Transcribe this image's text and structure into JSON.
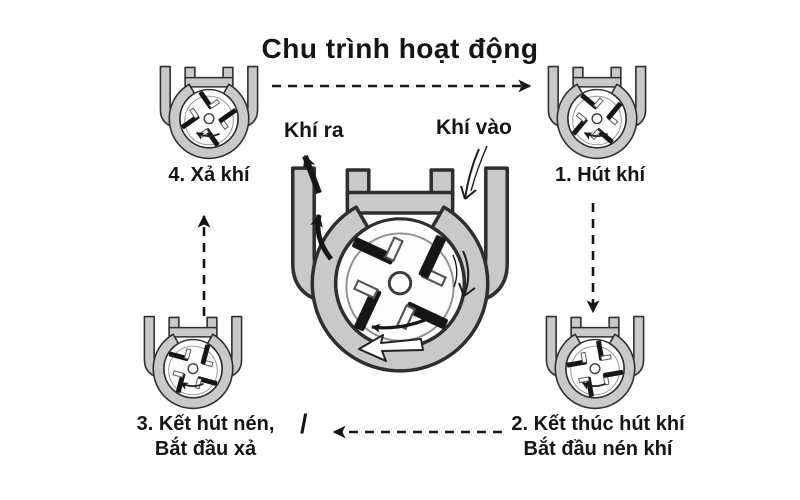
{
  "title": "Chu trình hoạt động",
  "center_pump": {
    "air_out_label": "Khí ra",
    "air_in_label": "Khí vào"
  },
  "stages": [
    {
      "id": "1",
      "line1": "1. Hút khí",
      "line2": ""
    },
    {
      "id": "2",
      "line1": "2. Kết thúc hút khí",
      "line2": "Bắt đầu nén khí"
    },
    {
      "id": "3",
      "line1": "3. Kết hút nén,",
      "line2": "Bắt đầu xả"
    },
    {
      "id": "4",
      "line1": "4. Xả khí",
      "line2": ""
    }
  ],
  "flow": {
    "slash_mark": "/"
  },
  "colors": {
    "background": "#ffffff",
    "housing_gray": "#c9c9c9",
    "outline": "#2e2e2e",
    "vane_black": "#161616",
    "text": "#151515"
  }
}
